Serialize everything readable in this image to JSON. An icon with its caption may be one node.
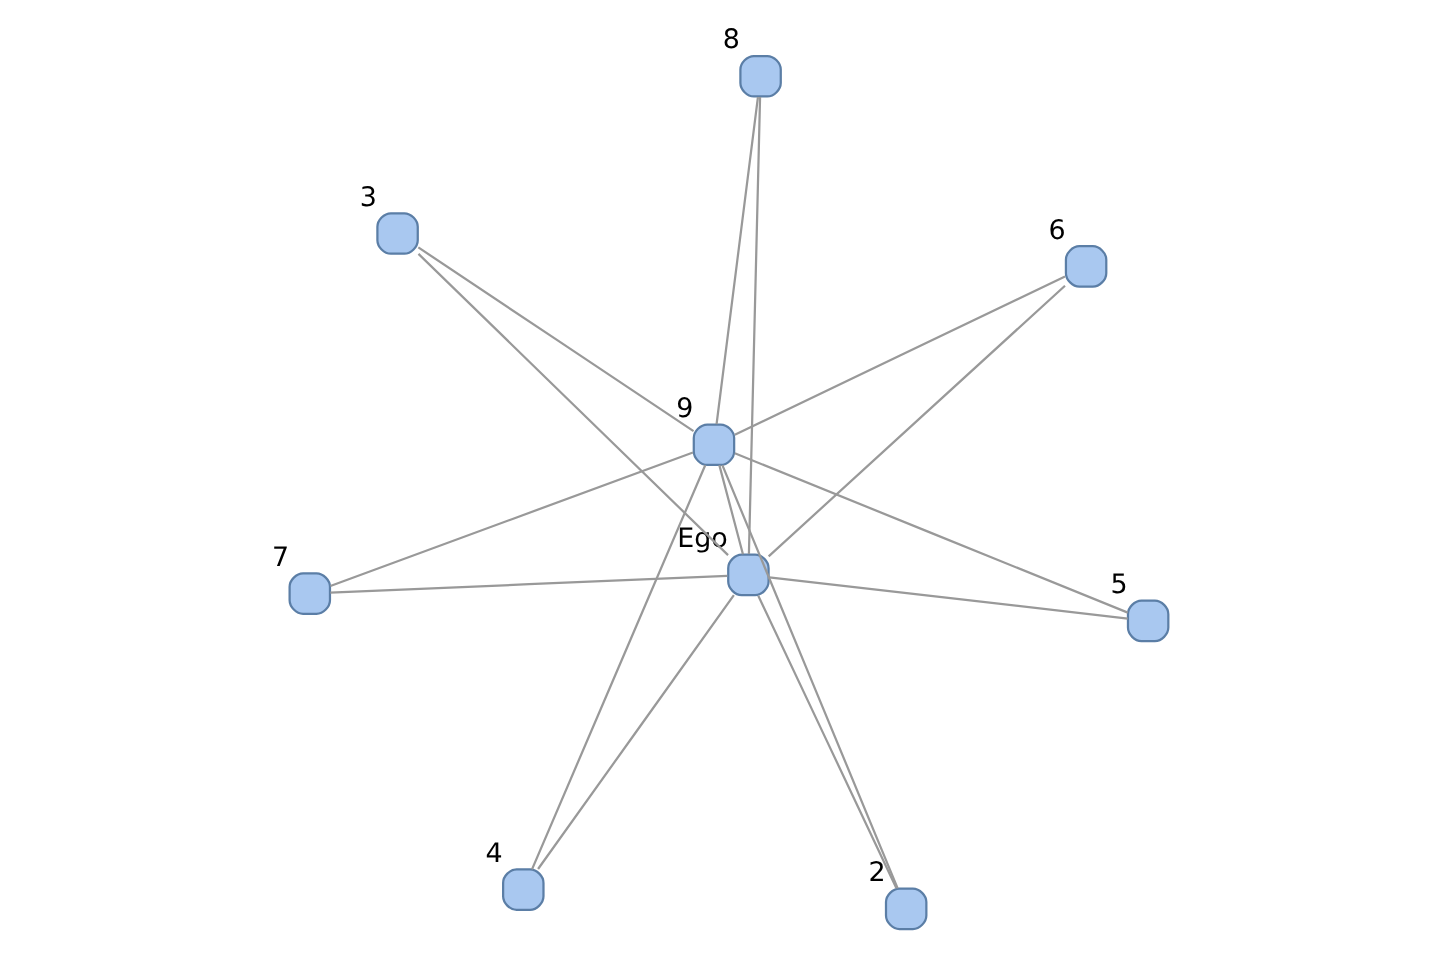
{
  "diagram": {
    "nodes": [
      {
        "text": [
          "3"
        ]
      },
      {
        "text": [
          "6"
        ]
      },
      {
        "text": [
          "4"
        ]
      },
      {
        "text": [
          "9"
        ]
      },
      {
        "text": [
          "8"
        ]
      },
      {
        "text": [
          "Ego"
        ]
      },
      {
        "text": [
          "7"
        ]
      },
      {
        "text": [
          "5"
        ]
      },
      {
        "text": [
          "2"
        ]
      }
    ],
    "edges": [
      {
        "from": 3,
        "to": 5,
        "arrow": "none"
      },
      {
        "from": 0,
        "to": 3,
        "arrow": "none"
      },
      {
        "from": 0,
        "to": 5,
        "arrow": "none"
      },
      {
        "from": 1,
        "to": 3,
        "arrow": "none"
      },
      {
        "from": 1,
        "to": 5,
        "arrow": "none"
      },
      {
        "from": 2,
        "to": 3,
        "arrow": "none"
      },
      {
        "from": 2,
        "to": 5,
        "arrow": "none"
      },
      {
        "from": 4,
        "to": 3,
        "arrow": "none"
      },
      {
        "from": 4,
        "to": 5,
        "arrow": "none"
      },
      {
        "from": 6,
        "to": 3,
        "arrow": "none"
      },
      {
        "from": 6,
        "to": 5,
        "arrow": "none"
      },
      {
        "from": 7,
        "to": 3,
        "arrow": "none"
      },
      {
        "from": 7,
        "to": 5,
        "arrow": "none"
      },
      {
        "from": 8,
        "to": 3,
        "arrow": "none"
      },
      {
        "from": 8,
        "to": 5,
        "arrow": "none"
      }
    ]
  }
}
